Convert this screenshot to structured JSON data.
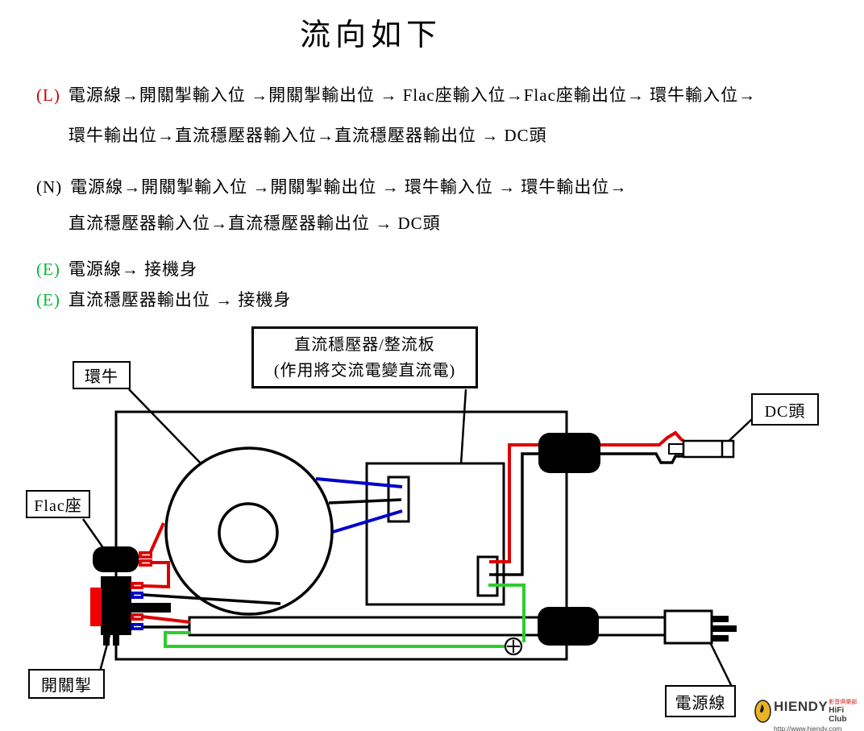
{
  "title": "流向如下",
  "flow": {
    "L": {
      "prefix": "(L)",
      "color": "#cc0000",
      "line1": "電源線→開關掣輸入位 →開關掣輸出位 → Flac座輸入位→Flac座輸出位→ 環牛輸入位→",
      "line2": "環牛輸出位→直流穩壓器輸入位→直流穩壓器輸出位 → DC頭"
    },
    "N": {
      "prefix": "(N)",
      "color": "#000000",
      "line1": "電源線→開關掣輸入位 →開關掣輸出位 → 環牛輸入位 → 環牛輸出位→",
      "line2": "直流穩壓器輸入位→直流穩壓器輸出位 → DC頭"
    },
    "E1": {
      "prefix": "(E)",
      "color": "#00bb33",
      "text": "電源線→ 接機身"
    },
    "E2": {
      "prefix": "(E)",
      "color": "#00bb33",
      "text": "直流穩壓器輸出位 → 接機身"
    }
  },
  "diagram": {
    "labels": {
      "regulator_line1": "直流穩壓器/整流板",
      "regulator_line2": "(作用將交流電變直流電)",
      "toroid": "環牛",
      "flac_socket": "Flac座",
      "power_switch": "開關掣",
      "dc_plug": "DC頭",
      "power_cord": "電源線"
    },
    "wire_colors": {
      "live": "#dd0000",
      "neutral": "#000000",
      "earth": "#2ecc2e",
      "secondary_ac": "#0000cc"
    }
  },
  "logo": {
    "brand": "HIENDY",
    "chinese": "影音俱樂部",
    "club": "HiFi Club",
    "url": "http://www.hiendy.com"
  }
}
